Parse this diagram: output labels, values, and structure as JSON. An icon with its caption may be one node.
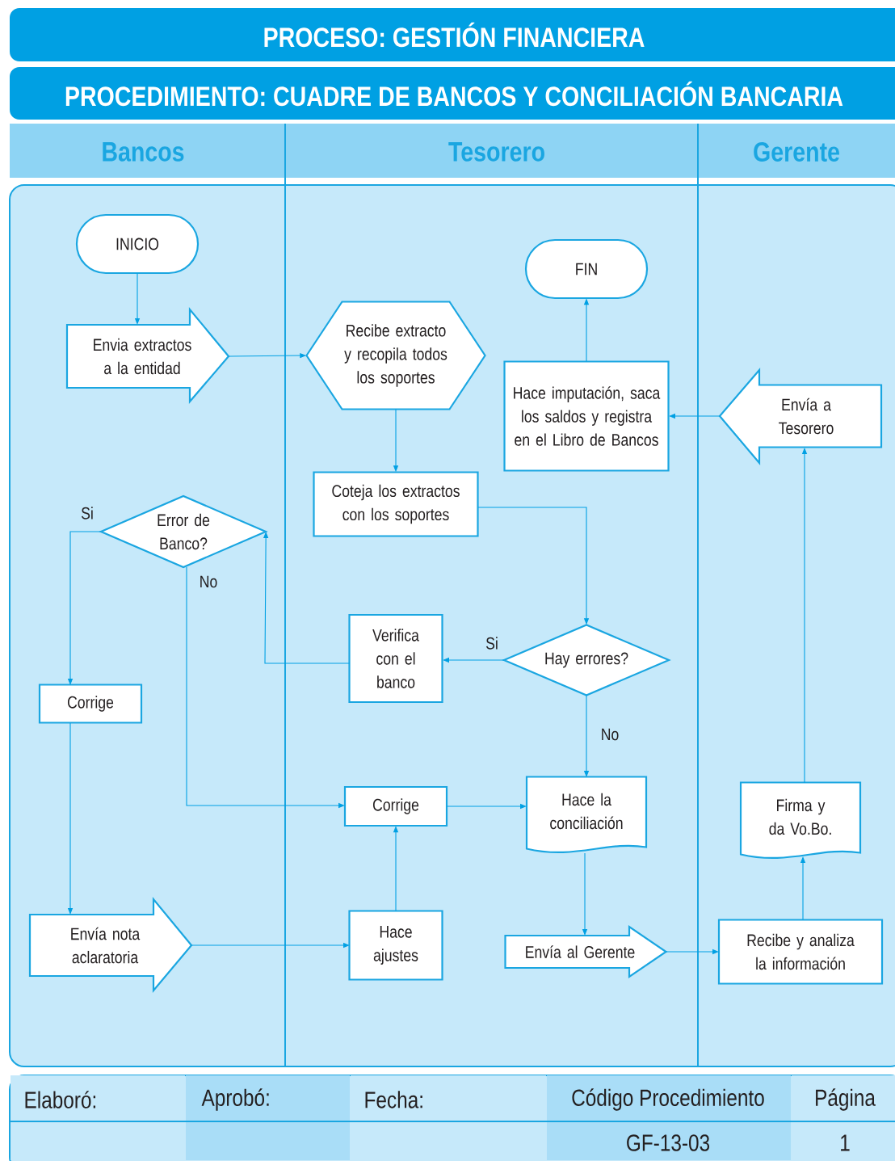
{
  "diagram": {
    "title": "PROCESO: GESTIÓN FINANCIERA",
    "nodes": [
      {
        "text": [
          "INICIO"
        ]
      },
      {
        "text": [
          "FIN"
        ]
      },
      {
        "text": [
          "Envia extractos a la entidad"
        ]
      },
      {
        "text": [
          "Recibe extracto y recopila todos los soportes"
        ]
      },
      {
        "text": [
          "Hace imputación, saca los saldos y registra en el Libro de Bancos"
        ]
      },
      {
        "text": [
          "Envía a Tesorero"
        ]
      },
      {
        "text": [
          "Coteja los extractos con los soportes"
        ]
      },
      {
        "text": [
          "Error de Banco?"
        ]
      },
      {
        "text": [
          "Verifica con el banco"
        ]
      },
      {
        "text": [
          "Hay errores?"
        ]
      },
      {
        "text": [
          "Corrige"
        ]
      },
      {
        "text": [
          "Corrige"
        ]
      },
      {
        "text": [
          "Hace la conciliación"
        ]
      },
      {
        "text": [
          "Firma y da Vo.Bo."
        ]
      },
      {
        "text": [
          "Envía nota aclaratoria"
        ]
      },
      {
        "text": [
          "Hace ajustes"
        ]
      },
      {
        "text": [
          "Envía al Gerente"
        ]
      },
      {
        "text": [
          "Recibe y analiza la información"
        ]
      }
    ],
    "edges": [
      {
        "from": 0,
        "to": 2,
        "arrow": "to"
      },
      {
        "from": 2,
        "to": 3,
        "arrow": "to"
      },
      {
        "from": 3,
        "to": 6,
        "arrow": "to"
      },
      {
        "from": 6,
        "to": 9,
        "arrow": "to"
      },
      {
        "from": 9,
        "to": 8,
        "arrow": "to",
        "label": "Si"
      },
      {
        "from": 8,
        "to": 7,
        "arrow": "to"
      },
      {
        "from": 7,
        "to": 10,
        "arrow": "to",
        "label": "Si"
      },
      {
        "from": 7,
        "to": 11,
        "arrow": "to",
        "label": "No"
      },
      {
        "from": 10,
        "to": 14,
        "arrow": "to"
      },
      {
        "from": 14,
        "to": 15,
        "arrow": "to"
      },
      {
        "from": 15,
        "to": 11,
        "arrow": "to"
      },
      {
        "from": 11,
        "to": 12,
        "arrow": "to"
      },
      {
        "from": 9,
        "to": 12,
        "arrow": "to",
        "label": "No"
      },
      {
        "from": 12,
        "to": 16,
        "arrow": "to"
      },
      {
        "from": 16,
        "to": 17,
        "arrow": "to"
      },
      {
        "from": 17,
        "to": 13,
        "arrow": "to"
      },
      {
        "from": 13,
        "to": 5,
        "arrow": "to"
      },
      {
        "from": 5,
        "to": 4,
        "arrow": "to"
      },
      {
        "from": 4,
        "to": 1,
        "arrow": "to"
      }
    ],
    "labels": [
      "PROCEDIMIENTO: CUADRE DE BANCOS Y CONCILIACIÓN BANCARIA",
      "Bancos",
      "Tesorero",
      "Gerente",
      "Elaboró:",
      "Aprobó:",
      "Fecha:",
      "Código Procedimiento",
      "Página",
      "GF-13-03",
      "1"
    ]
  }
}
